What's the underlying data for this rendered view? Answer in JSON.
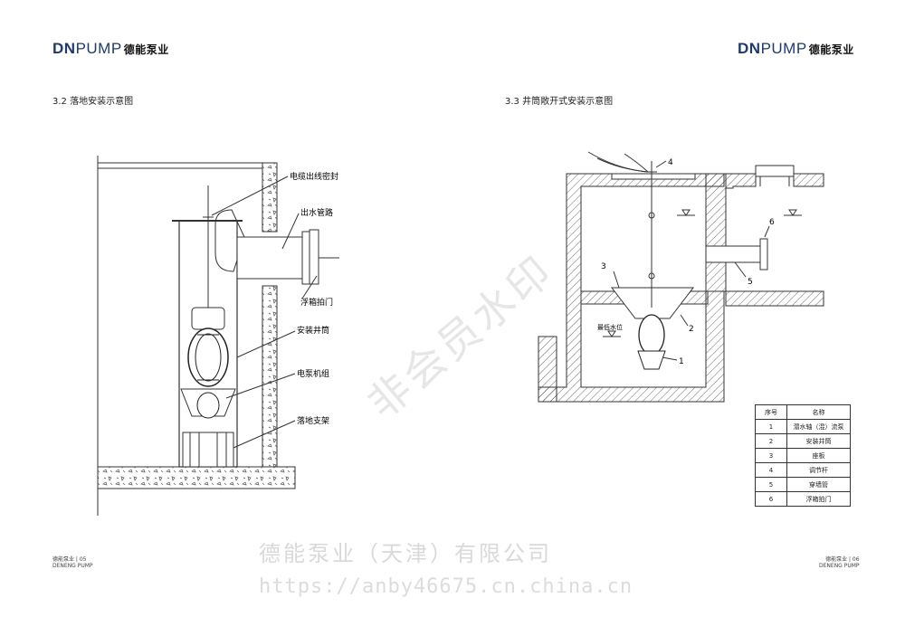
{
  "brand": {
    "dn": "DN",
    "pump": "PUMP",
    "cn": "德能泵业"
  },
  "left": {
    "section_title": "3.2 落地安装示意图",
    "labels": {
      "cable_seal": "电缆出线密封",
      "outlet_pipe": "出水管路",
      "flap_valve": "浮箱拍门",
      "install_well": "安装井筒",
      "pump_unit": "电泵机组",
      "floor_bracket": "落地支架"
    },
    "footer_page": "德能泵业 | 05",
    "footer_sub": "DENENG PUMP"
  },
  "right": {
    "section_title": "3.3 井筒敞开式安装示意图",
    "low_water_label": "最低水位",
    "callouts": [
      "1",
      "2",
      "3",
      "4",
      "5",
      "6"
    ],
    "table": {
      "headers": [
        "序号",
        "名称"
      ],
      "rows": [
        [
          "1",
          "潜水轴（混）流泵"
        ],
        [
          "2",
          "安装井筒"
        ],
        [
          "3",
          "座板"
        ],
        [
          "4",
          "调节杆"
        ],
        [
          "5",
          "穿墙管"
        ],
        [
          "6",
          "浮箱拍门"
        ]
      ]
    },
    "footer_page": "德能泵业 | 06",
    "footer_sub": "DENENG PUMP"
  },
  "watermark": {
    "company": "德能泵业（天津）有限公司",
    "url": "https://anby46675.cn.china.cn",
    "diagonal": "非会员水印"
  }
}
